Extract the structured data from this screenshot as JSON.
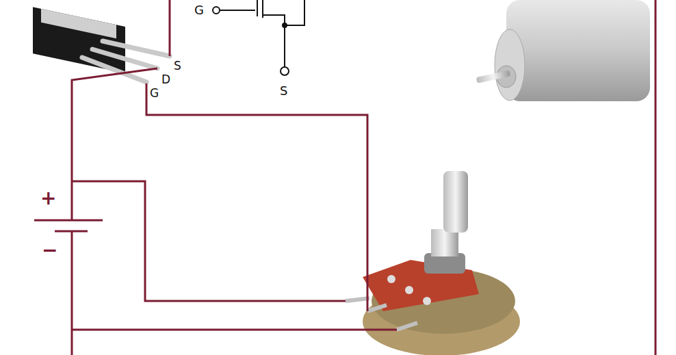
{
  "diagram": {
    "labels": [
      "G",
      "S",
      "D",
      "S",
      "G",
      "+",
      "−"
    ]
  }
}
